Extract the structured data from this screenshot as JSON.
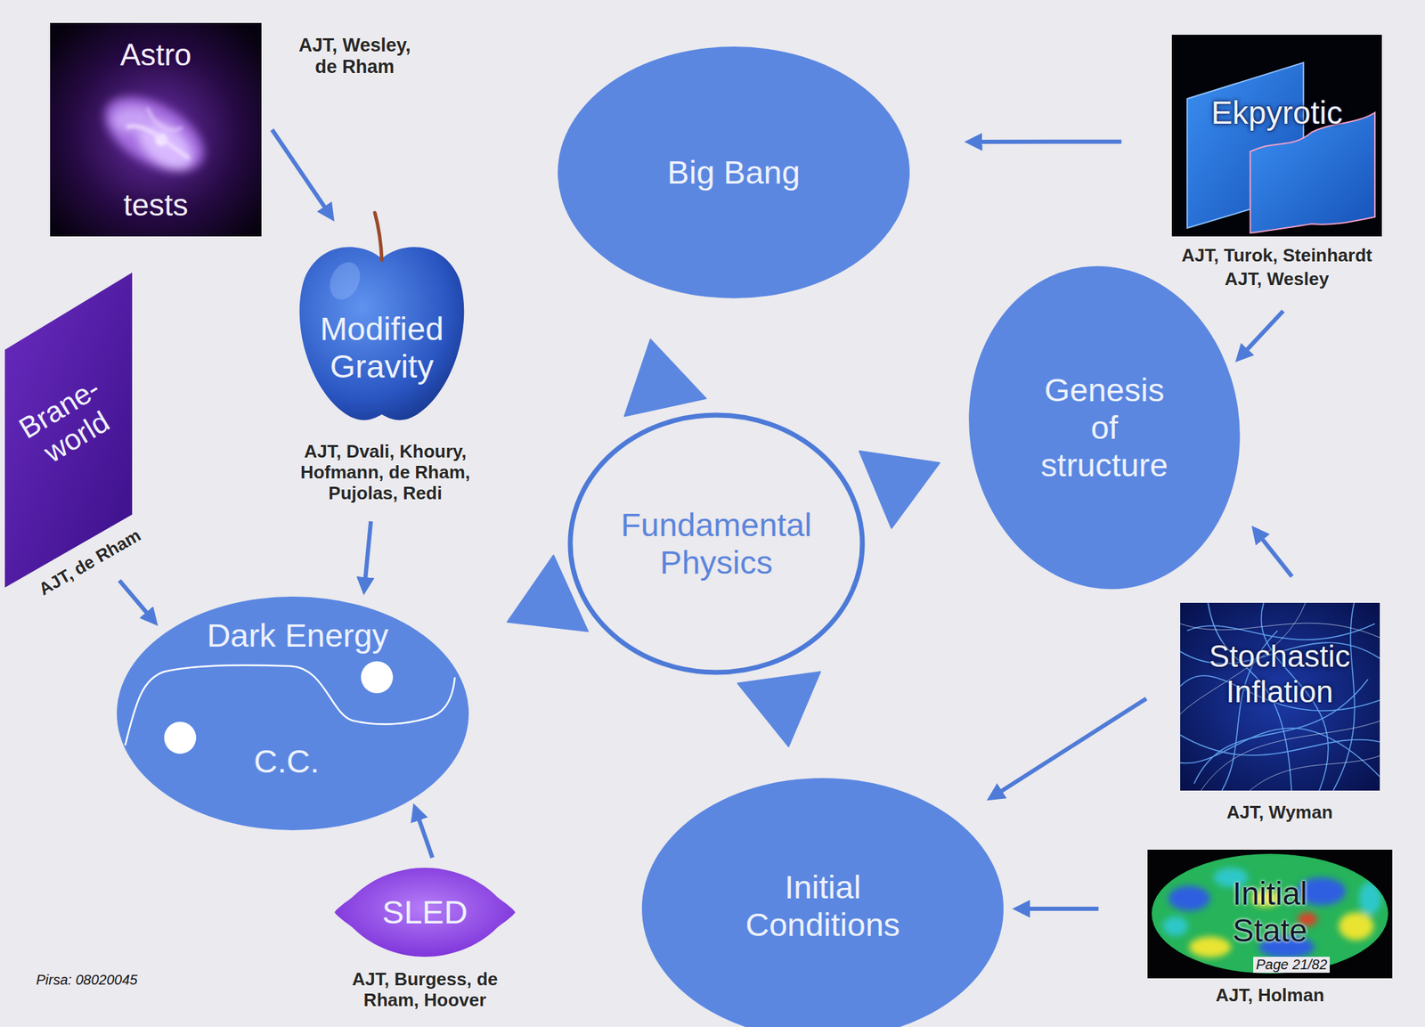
{
  "diagram": {
    "nodes": [
      {
        "text": [
          "Astro",
          "tests",
          "AJT, Wesley, de Rham"
        ]
      },
      {
        "text": [
          "Big Bang"
        ]
      },
      {
        "text": [
          "Ekpyrotic",
          "AJT, Turok, Steinhardt",
          "AJT, Wesley"
        ]
      },
      {
        "text": [
          "Modified Gravity",
          "AJT, Dvali, Khoury, Hofmann, de Rham, Pujolas, Redi"
        ]
      },
      {
        "text": [
          "Brane-world",
          "AJT, de Rham"
        ]
      },
      {
        "text": [
          "Genesis of structure"
        ]
      },
      {
        "text": [
          "Fundamental Physics"
        ]
      },
      {
        "text": [
          "Dark Energy",
          "C.C."
        ]
      },
      {
        "text": [
          "Stochastic Inflation",
          "AJT, Wyman"
        ]
      },
      {
        "text": [
          "Initial Conditions"
        ]
      },
      {
        "text": [
          "SLED",
          "AJT, Burgess, de Rham, Hoover"
        ]
      },
      {
        "text": [
          "Initial State",
          "AJT, Holman"
        ]
      }
    ],
    "edges": [
      {
        "from": 0,
        "to": 3,
        "arrow": "to"
      },
      {
        "from": 3,
        "to": 7,
        "arrow": "to"
      },
      {
        "from": 4,
        "to": 7,
        "arrow": "to"
      },
      {
        "from": 10,
        "to": 7,
        "arrow": "to"
      },
      {
        "from": 2,
        "to": 1,
        "arrow": "to"
      },
      {
        "from": 2,
        "to": 5,
        "arrow": "to"
      },
      {
        "from": 8,
        "to": 5,
        "arrow": "to"
      },
      {
        "from": 8,
        "to": 9,
        "arrow": "to"
      },
      {
        "from": 11,
        "to": 9,
        "arrow": "to"
      },
      {
        "from": 6,
        "to": 1,
        "arrow": "to"
      },
      {
        "from": 6,
        "to": 5,
        "arrow": "to"
      },
      {
        "from": 6,
        "to": 7,
        "arrow": "to"
      },
      {
        "from": 6,
        "to": 9,
        "arrow": "to"
      }
    ],
    "labels": [
      "Pirsa: 08020045",
      "Page 21/82"
    ]
  }
}
